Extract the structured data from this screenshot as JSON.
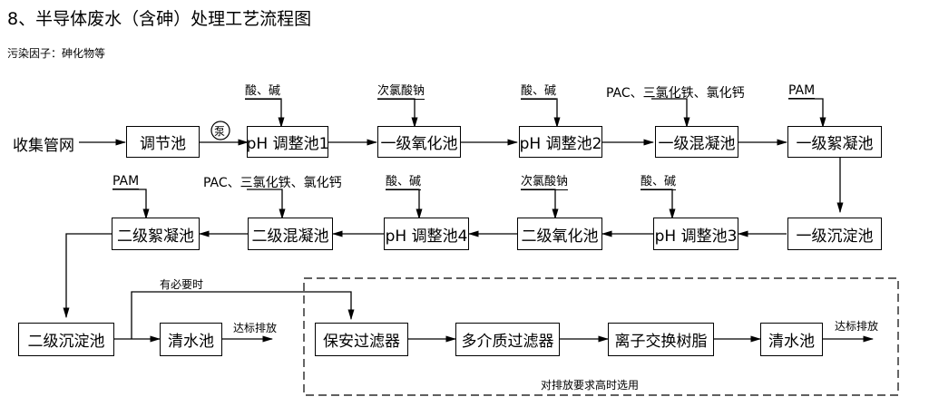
{
  "title": "8、半导体废水（含砷）处理工艺流程图",
  "pollutant": "污染因子：砷化物等",
  "source": "收集管网",
  "pump": "泵",
  "row1": [
    "调节池",
    "pH 调整池1",
    "一级氧化池",
    "pH 调整池2",
    "一级混凝池",
    "一级絮凝池"
  ],
  "row2": [
    "一级沉淀池",
    "pH 调整池3",
    "二级氧化池",
    "pH 调整池4",
    "二级混凝池",
    "二级絮凝池"
  ],
  "row3": [
    "二级沉淀池",
    "清水池"
  ],
  "optional": [
    "保安过滤器",
    "多介质过滤器",
    "离子交换树脂",
    "清水池"
  ],
  "reagents": {
    "acid_base": "酸、碱",
    "naclo": "次氯酸钠",
    "pac": "PAC、三氯化铁、氯化钙",
    "pam": "PAM"
  },
  "if_needed": "有必要时",
  "discharge": "达标排放",
  "optional_note": "对排放要求高时选用"
}
